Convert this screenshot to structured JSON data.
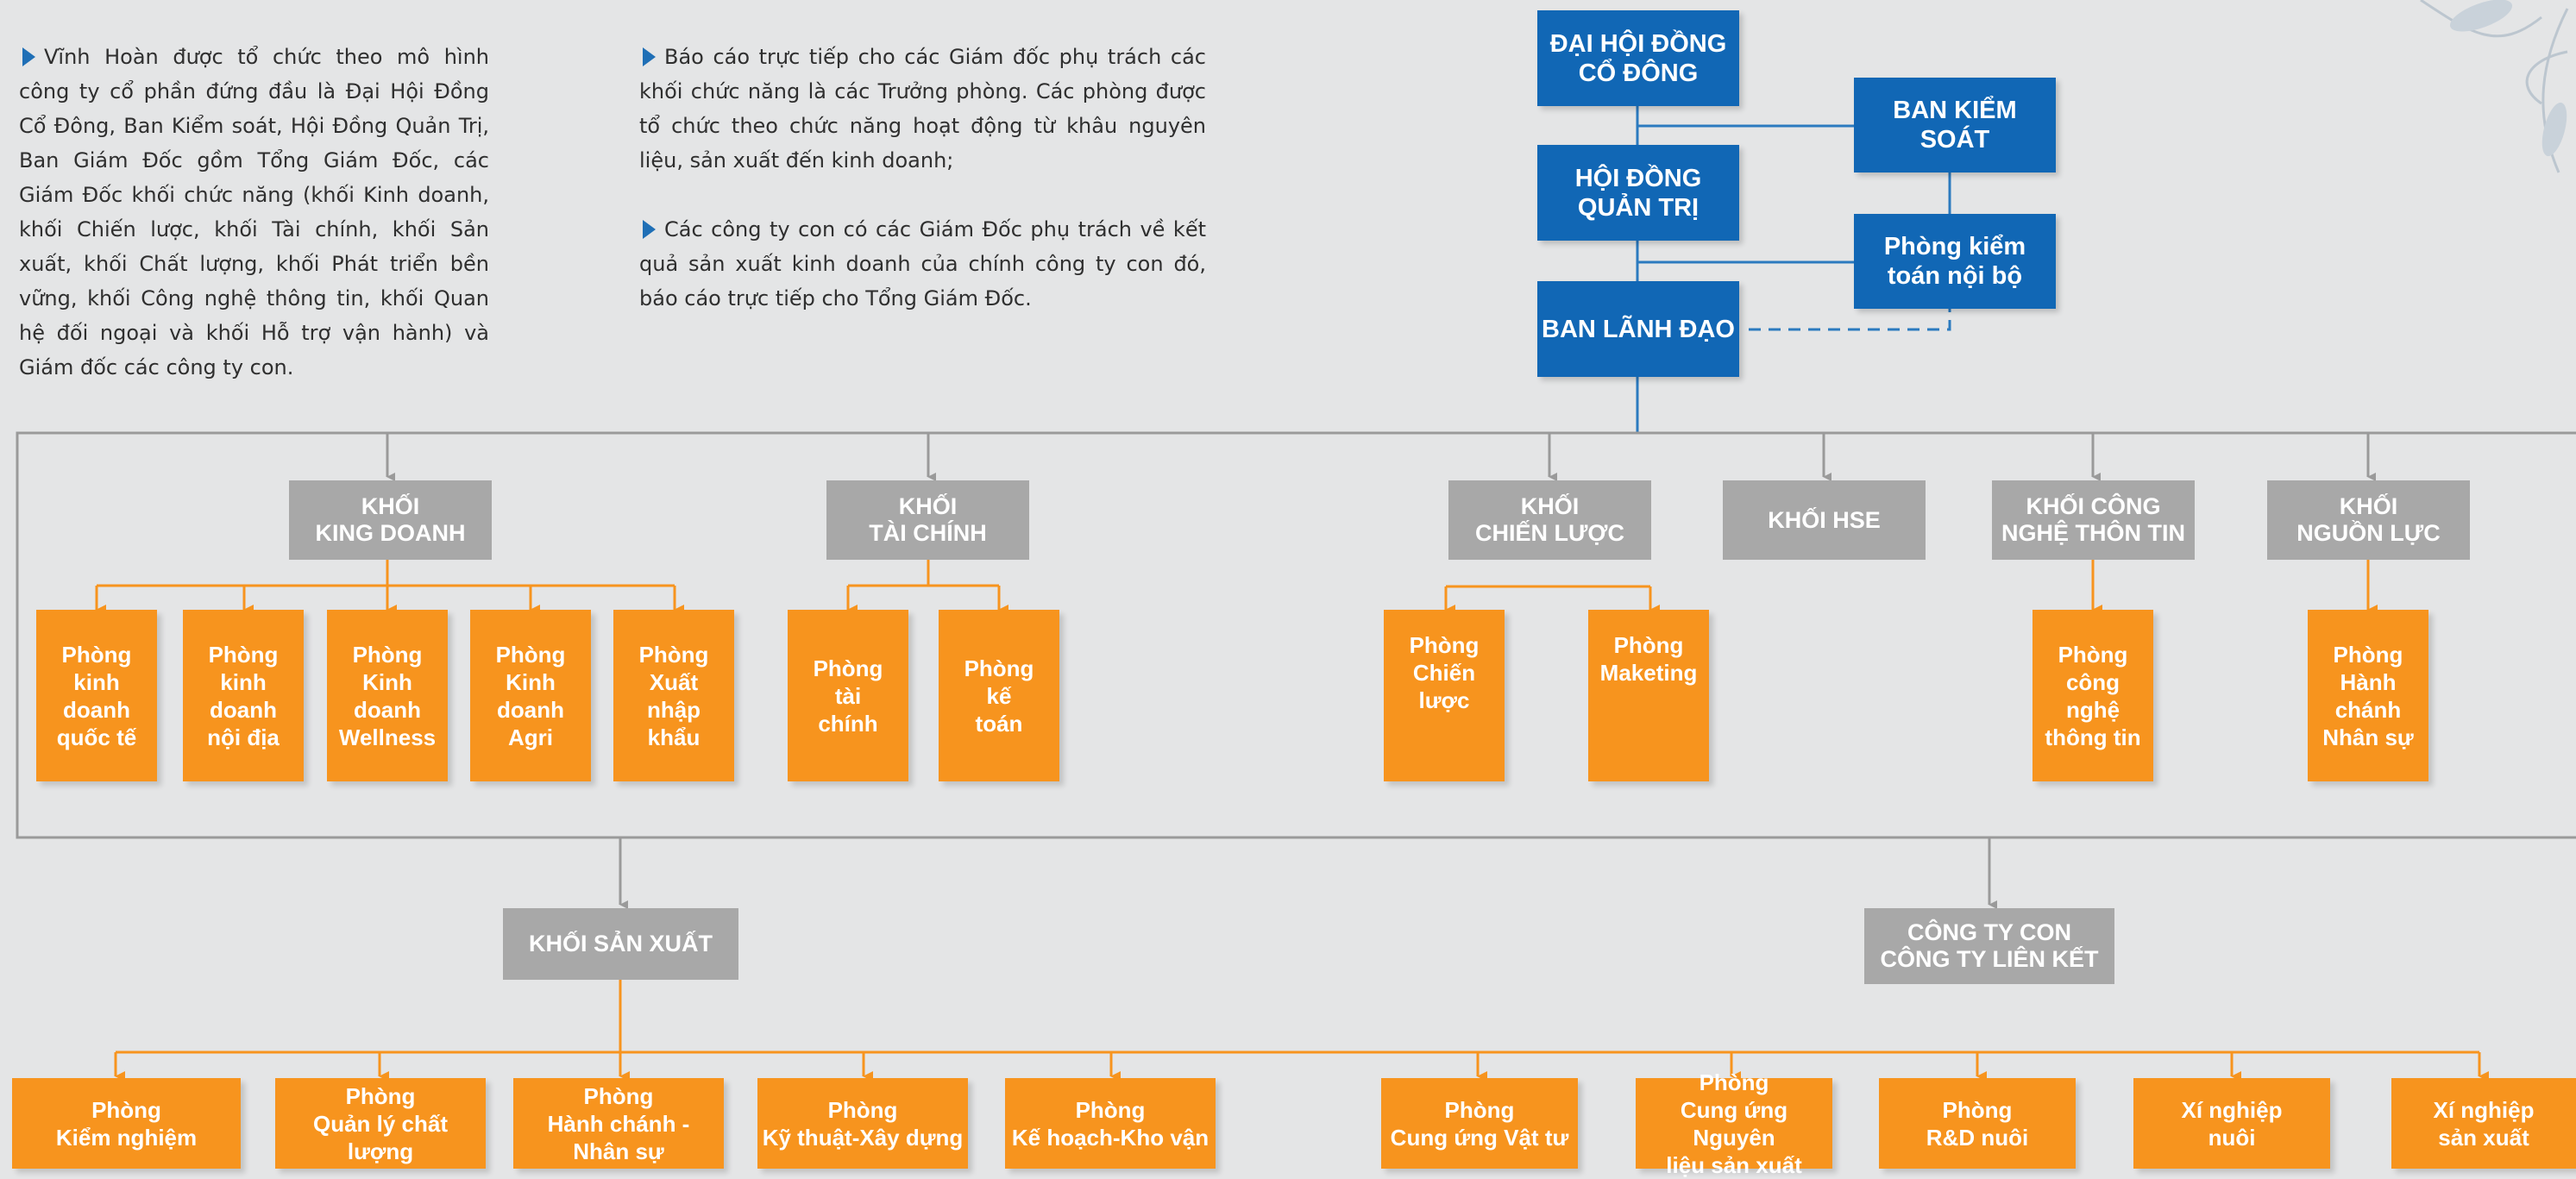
{
  "intro": {
    "col1": [
      "Vĩnh Hoàn được tổ chức theo mô hình công ty cổ phần đứng đầu là Đại Hội Đồng Cổ Đông, Ban Kiểm soát, Hội Đồng Quản Trị, Ban Giám Đốc gồm Tổng Giám Đốc, các Giám Đốc khối chức năng (khối Kinh doanh, khối Chiến lược, khối Tài chính, khối Sản xuất, khối Chất lượng, khối Phát triển bền vững, khối Công nghệ thông tin, khối Quan hệ đối ngoại và khối Hỗ trợ vận hành) và Giám đốc các công ty con."
    ],
    "col2": [
      "Báo cáo trực tiếp cho các Giám đốc phụ trách các khối chức năng là các Trưởng phòng. Các phòng được tổ chức theo chức năng hoạt động từ khâu nguyên liệu, sản xuất đến kinh doanh;",
      "Các công ty con có các Giám Đốc phụ trách về kết quả sản xuất kinh doanh của chính công ty con đó, báo cáo trực tiếp cho Tổng Giám Đốc."
    ]
  },
  "top": {
    "dhdcd": "ĐẠI HỘI ĐỒNG\nCỔ ĐÔNG",
    "ban_kiem_soat": "BAN KIỂM SOÁT",
    "hdqt": "HỘI ĐỒNG\nQUẢN TRỊ",
    "kiem_toan": "Phòng kiểm\ntoán nội bộ",
    "ban_lanh_dao": "BAN LÃNH ĐẠO"
  },
  "divisions": {
    "kinh_doanh": "KHỐI\nKING DOANH",
    "tai_chinh": "KHỐI\nTÀI CHÍNH",
    "chien_luoc": "KHỐI\nCHIẾN LƯỢC",
    "hse": "KHỐI HSE",
    "cntt": "KHỐI CÔNG\nNGHỆ THÔN TIN",
    "nguon_luc": "KHỐI\nNGUỒN LỰC",
    "san_xuat": "KHỐI SẢN XUẤT",
    "cong_ty_con": "CÔNG TY CON\nCÔNG TY LIÊN KẾT"
  },
  "depts": {
    "kd_quoc_te": "Phòng\nkinh\ndoanh\nquốc tế",
    "kd_noi_dia": "Phòng\nkinh\ndoanh\nnội địa",
    "kd_wellness": "Phòng\nKinh\ndoanh\nWellness",
    "kd_agri": "Phòng\nKinh\ndoanh\nAgri",
    "xuat_nhap_khau": "Phòng\nXuất\nnhập\nkhẩu",
    "tai_chinh": "Phòng\ntài\nchính",
    "ke_toan": "Phòng\nkế\ntoán",
    "chien_luoc": "Phòng\nChiến lược",
    "maketing": "Phòng\nMaketing",
    "cong_nghe": "Phòng\ncông\nnghệ\nthông tin",
    "hanh_chanh": "Phòng\nHành\nchánh\nNhân sự"
  },
  "production": {
    "kiem_nghiem": "Phòng\nKiểm nghiệm",
    "ql_chat_luong": "Phòng\nQuản lý chất lượng",
    "hanh_chanh": "Phòng\nHành chánh -\nNhân sự",
    "ky_thuat": "Phòng\nKỹ thuật-Xây dựng",
    "ke_hoach": "Phòng\nKế hoạch-Kho vận",
    "cung_ung_vat_tu": "Phòng\nCung ứng Vật tư",
    "cung_ung_nl": "Phòng\nCung ứng Nguyên\nliệu sản xuất",
    "rd_nuoi": "Phòng\nR&D nuôi",
    "xn_nuoi": "Xí nghiệp\nnuôi",
    "xn_san_xuat": "Xí nghiệp\nsản xuất"
  },
  "colors": {
    "blue": "#1167b5",
    "gray": "#a8a8a8",
    "orange": "#f7941e",
    "line_blue": "#2b7abf",
    "line_gray": "#9a9a9a"
  }
}
